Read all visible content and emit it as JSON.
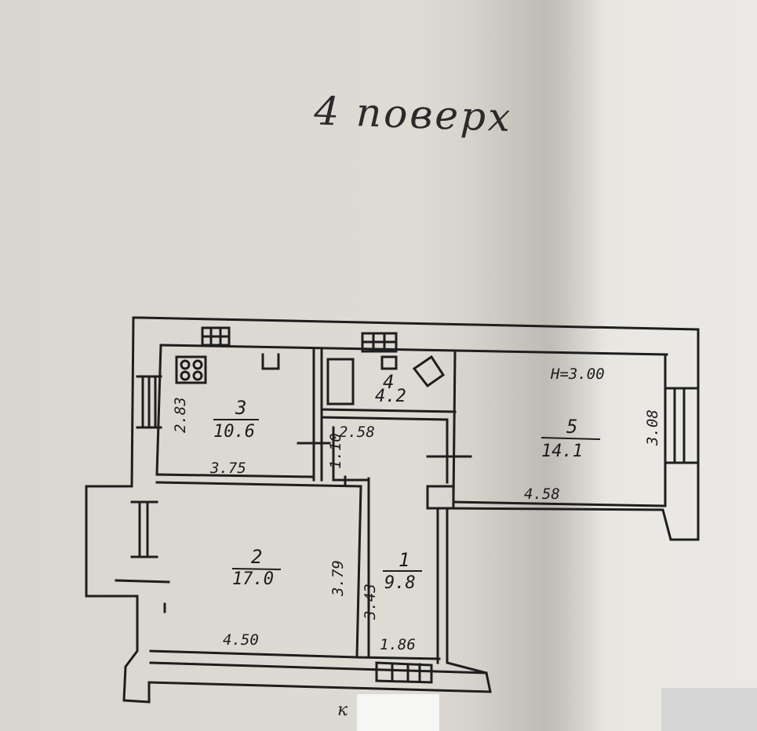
{
  "title": "4 поверх",
  "ceiling_height": "H=3.00",
  "rooms": [
    {
      "number": "1",
      "area": "9.8"
    },
    {
      "number": "2",
      "area": "17.0"
    },
    {
      "number": "3",
      "area": "10.6"
    },
    {
      "number": "4",
      "area": "4.2"
    },
    {
      "number": "5",
      "area": "14.1"
    }
  ],
  "dimensions": {
    "room3_width": "3.75",
    "room3_height": "2.83",
    "corridor_width": "2.58",
    "corridor_gap": "1.10",
    "room5_width": "4.58",
    "room5_height": "3.08",
    "room2_width": "4.50",
    "room2_height": "3.79",
    "room1_width": "1.86",
    "room1_height": "3.43"
  },
  "bottom_mark": "к"
}
